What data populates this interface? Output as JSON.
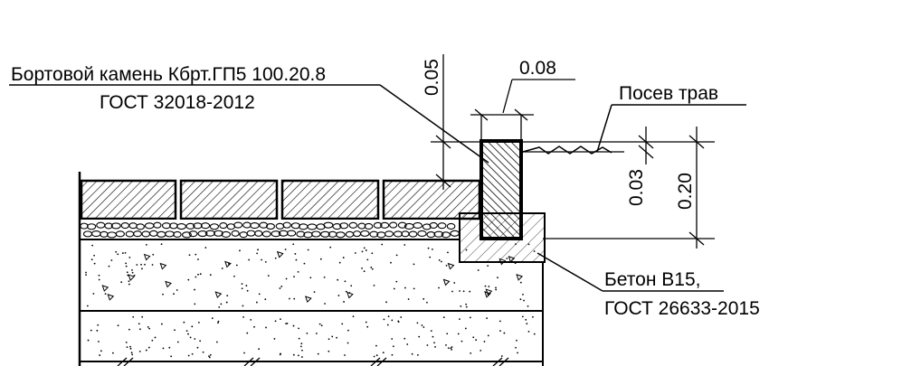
{
  "labels": {
    "curb_title": "Бортовой камень Кбрт.ГП5 100.20.8",
    "curb_standard": "ГОСТ 32018-2012",
    "grass": "Посев трав",
    "concrete_title": "Бетон В15,",
    "concrete_standard": "ГОСТ 26633-2015"
  },
  "dimensions": {
    "curb_exposure": "0.05",
    "curb_width": "0.08",
    "grass_offset": "0.03",
    "curb_height": "0.20"
  }
}
